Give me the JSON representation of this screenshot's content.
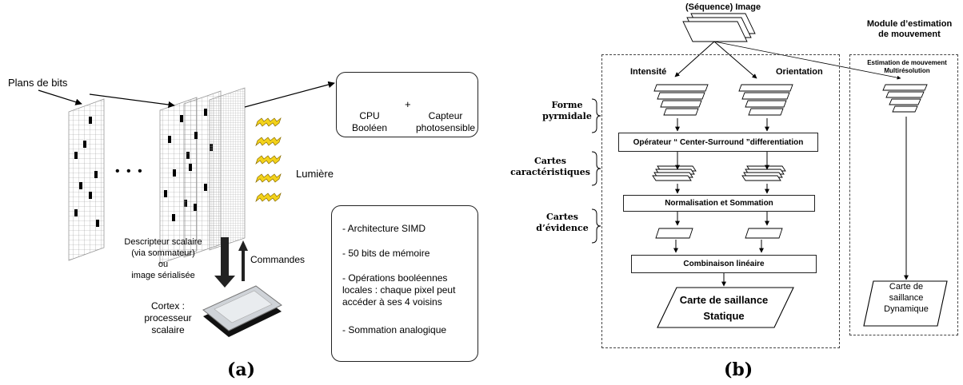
{
  "left": {
    "plans_de_bits": "Plans de bits",
    "ellipsis": "• • •",
    "cpu_label": "CPU\nBooléen",
    "plus": "+",
    "capteur_label": "Capteur\nphotosensible",
    "lumiere": "Lumière",
    "descripteur": "Descripteur scalaire\n(via sommateur)\nou\nimage sérialisée",
    "commandes": "Commandes",
    "cortex": "Cortex :\nprocesseur\nscalaire",
    "features": [
      "- Architecture SIMD",
      "- 50 bits de mémoire",
      "- Opérations booléennes\nlocales : chaque pixel peut\naccéder à ses 4 voisins",
      "- Sommation analogique"
    ],
    "caption": "(a)"
  },
  "right": {
    "sequence_image": "(Séquence) Image",
    "module_title": "Module d’estimation\nde mouvement",
    "intensite": "Intensité",
    "orientation": "Orientation",
    "estimation": "Estimation de mouvement\nMultirésolution",
    "forme": "Forme\npyrmidale",
    "cartes_car": "Cartes\ncaractéristiques",
    "cartes_ev": "Cartes\nd’évidence",
    "operateur": "Opérateur  “ Center-Surround ”differentiation",
    "normalisation": "Normalisation et Sommation",
    "combinaison": "Combinaison linéaire",
    "carte_statique": "Carte de saillance\nStatique",
    "carte_dynamique": "Carte de\nsaillance\nDynamique",
    "caption": "(b)"
  }
}
